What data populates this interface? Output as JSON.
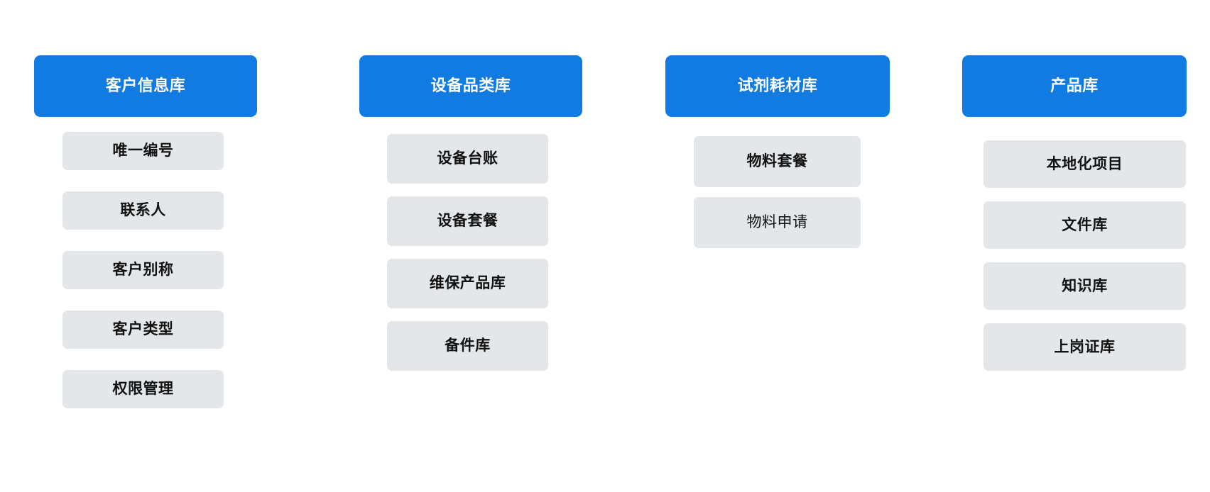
{
  "colors": {
    "header_background": "#117BE2",
    "header_text": "#FFFFFF",
    "node_background": "#E3E7EA",
    "node_text": "#111111",
    "page_background": "#FFFFFF"
  },
  "columns": [
    {
      "id": "customer-information-library",
      "header": "客户信息库",
      "items": [
        {
          "label": "唯一编号",
          "weight": "bold"
        },
        {
          "label": "联系人",
          "weight": "bold"
        },
        {
          "label": "客户别称",
          "weight": "bold"
        },
        {
          "label": "客户类型",
          "weight": "bold"
        },
        {
          "label": "权限管理",
          "weight": "bold"
        }
      ]
    },
    {
      "id": "equipment-category-library",
      "header": "设备品类库",
      "items": [
        {
          "label": "设备台账",
          "weight": "bold"
        },
        {
          "label": "设备套餐",
          "weight": "bold"
        },
        {
          "label": "维保产品库",
          "weight": "bold"
        },
        {
          "label": "备件库",
          "weight": "bold"
        }
      ]
    },
    {
      "id": "reagent-consumable-library",
      "header": "试剂耗材库",
      "items": [
        {
          "label": "物料套餐",
          "weight": "bold"
        },
        {
          "label": "物料申请",
          "weight": "regular"
        }
      ]
    },
    {
      "id": "product-library",
      "header": "产品库",
      "items": [
        {
          "label": "本地化项目",
          "weight": "bold"
        },
        {
          "label": "文件库",
          "weight": "bold"
        },
        {
          "label": "知识库",
          "weight": "bold"
        },
        {
          "label": "上岗证库",
          "weight": "bold"
        }
      ]
    }
  ]
}
